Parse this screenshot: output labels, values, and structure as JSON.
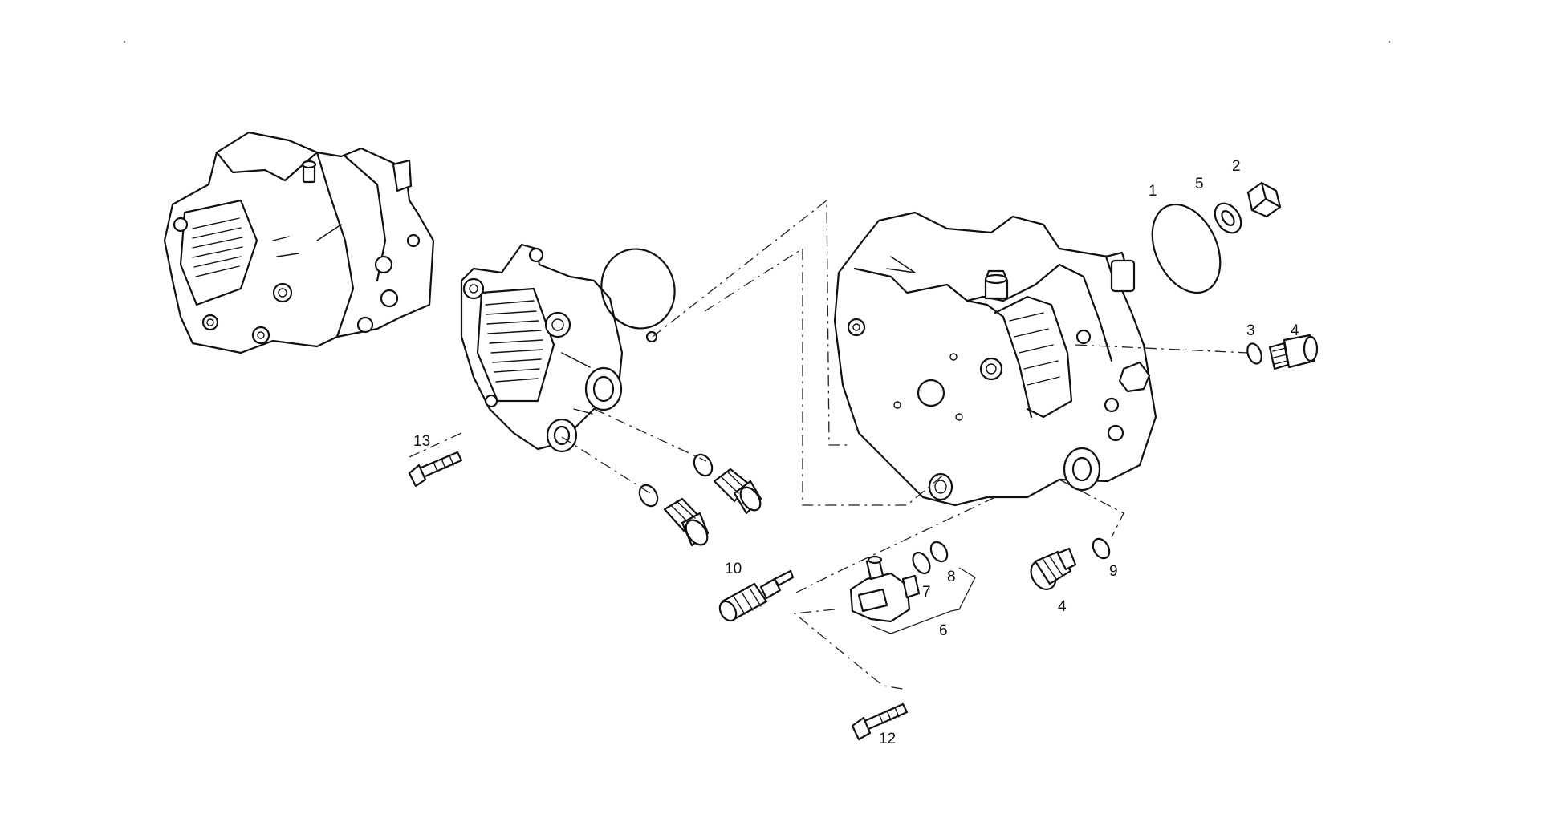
{
  "callouts": {
    "c1": "1",
    "c2": "2",
    "c3": "3",
    "c4a": "4",
    "c4b": "4",
    "c5": "5",
    "c6": "6",
    "c7": "7",
    "c8": "8",
    "c9": "9",
    "c10": "10",
    "c12": "12",
    "c13": "13"
  },
  "colors": {
    "line": "#111111",
    "background": "#ffffff"
  }
}
